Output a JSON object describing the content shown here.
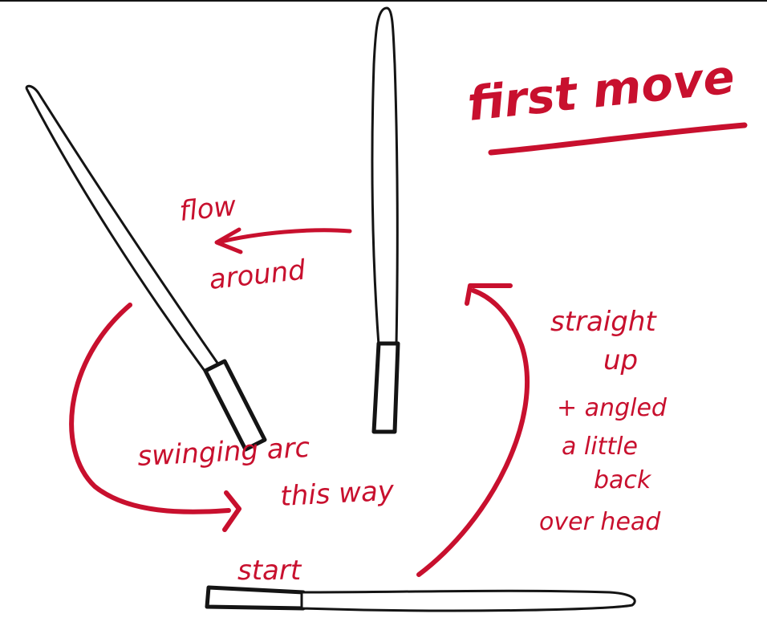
{
  "title": "first move",
  "labels": {
    "flow_line1": "flow",
    "flow_line2": "around",
    "swing_line1": "swinging arc",
    "swing_line2": "this way",
    "up_line1": "straight",
    "up_line2": "up",
    "up_line3": "+ angled",
    "up_line4": "a little",
    "up_line5": "back",
    "up_line6": "over head",
    "start": "start"
  },
  "colors": {
    "ink_red": "#c8102e",
    "baton_black": "#141414",
    "background": "#ffffff"
  },
  "icons": {
    "baton": "baton-icon",
    "arrow": "curved-arrow-icon"
  }
}
